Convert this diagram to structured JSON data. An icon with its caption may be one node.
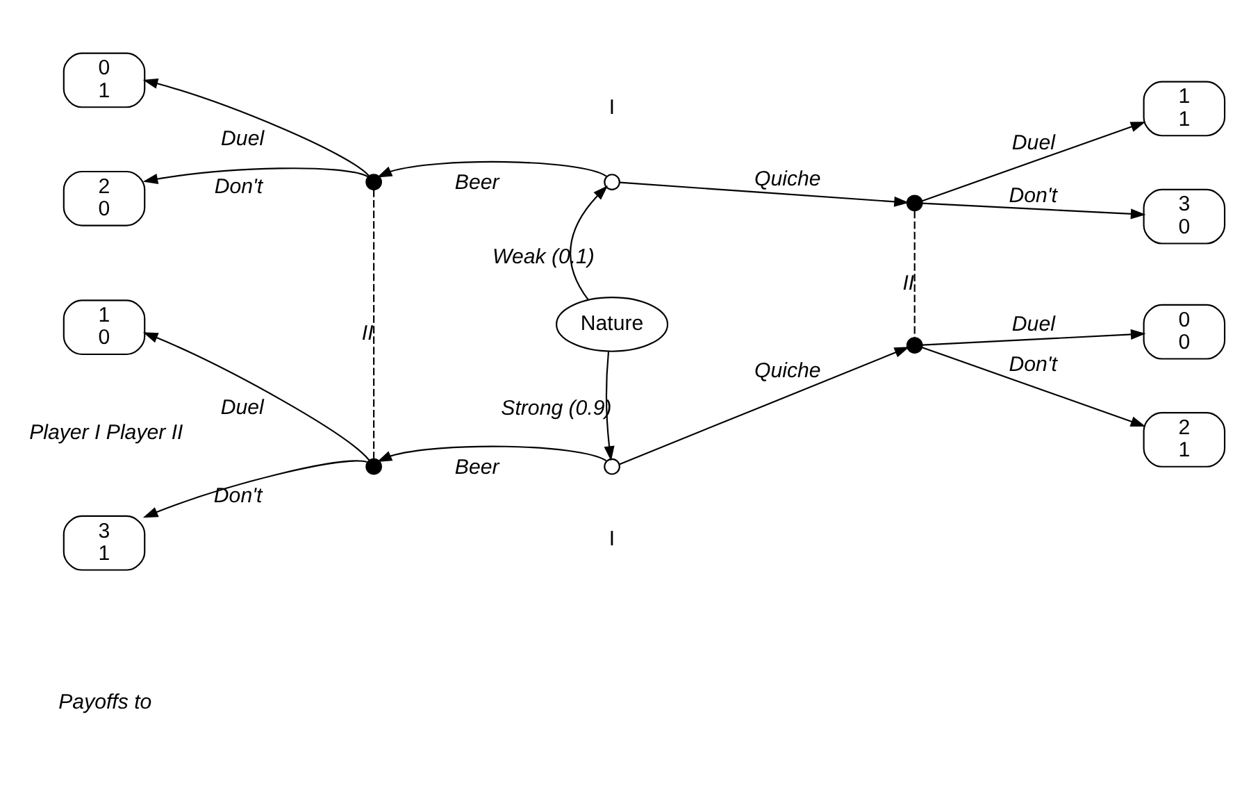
{
  "diagram": {
    "nodes": [
      {
        "text": [
          "Nature"
        ]
      },
      {
        "text": [],
        "shape": "circle",
        "beside": [
          "I"
        ]
      },
      {
        "text": [],
        "shape": "circle",
        "beside": [
          "I"
        ]
      },
      {
        "text": [],
        "shape": "circle"
      },
      {
        "text": [],
        "shape": "circle"
      },
      {
        "text": [],
        "shape": "circle"
      },
      {
        "text": [],
        "shape": "circle"
      },
      {
        "text": [
          "0 1"
        ]
      },
      {
        "text": [
          "2 0"
        ]
      },
      {
        "text": [
          "1 0"
        ]
      },
      {
        "text": [
          "3 1"
        ]
      },
      {
        "text": [
          "1 1"
        ]
      },
      {
        "text": [
          "3 0"
        ]
      },
      {
        "text": [
          "0 0"
        ]
      },
      {
        "text": [
          "2 1"
        ]
      }
    ],
    "edges": [
      {
        "from": 0,
        "to": 1,
        "arrow": "to",
        "label": "Weak (0.1)"
      },
      {
        "from": 0,
        "to": 2,
        "arrow": "to",
        "label": "Strong (0.9)"
      },
      {
        "from": 1,
        "to": 3,
        "arrow": "to",
        "label": "Beer"
      },
      {
        "from": 1,
        "to": 4,
        "arrow": "to",
        "label": "Quiche"
      },
      {
        "from": 2,
        "to": 5,
        "arrow": "to",
        "label": "Beer"
      },
      {
        "from": 2,
        "to": 6,
        "arrow": "to",
        "label": "Quiche"
      },
      {
        "from": 3,
        "to": 5,
        "arrow": "none",
        "style": "dashed",
        "label": "II"
      },
      {
        "from": 4,
        "to": 6,
        "arrow": "none",
        "style": "dashed",
        "label": "II"
      },
      {
        "from": 3,
        "to": 7,
        "arrow": "to",
        "label": "Duel"
      },
      {
        "from": 3,
        "to": 8,
        "arrow": "to",
        "label": "Don't"
      },
      {
        "from": 5,
        "to": 9,
        "arrow": "to",
        "label": "Duel"
      },
      {
        "from": 5,
        "to": 10,
        "arrow": "to",
        "label": "Don't"
      },
      {
        "from": 4,
        "to": 11,
        "arrow": "to",
        "label": "Duel"
      },
      {
        "from": 4,
        "to": 12,
        "arrow": "to",
        "label": "Don't"
      },
      {
        "from": 6,
        "to": 13,
        "arrow": "to",
        "label": "Duel"
      },
      {
        "from": 6,
        "to": 14,
        "arrow": "to",
        "label": "Don't"
      }
    ],
    "labels": [
      "Payoffs to",
      "Player I Player II"
    ]
  }
}
